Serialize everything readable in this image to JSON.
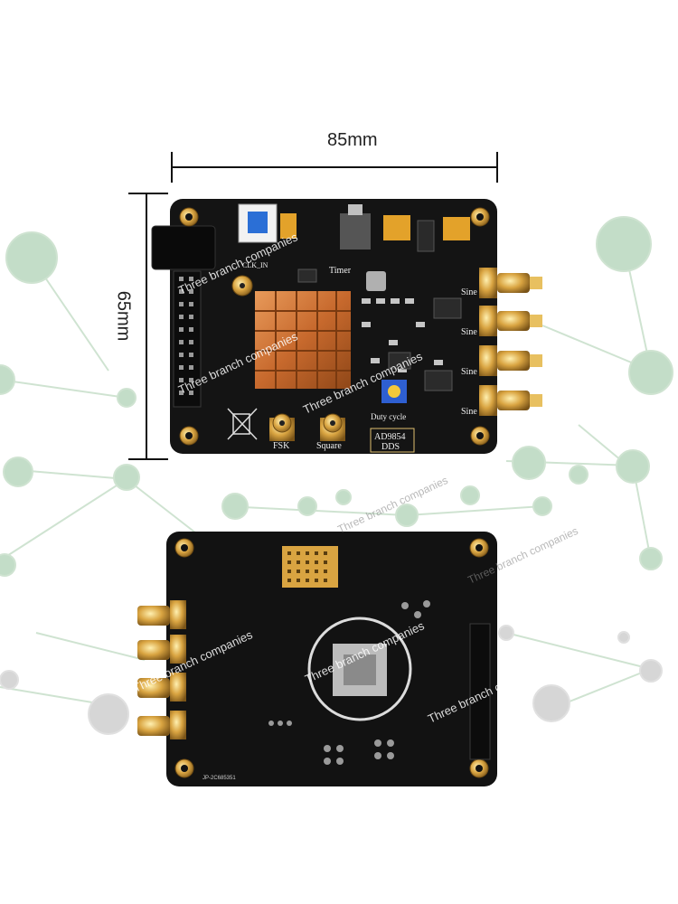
{
  "dimensions": {
    "width_label": "85mm",
    "height_label": "65mm"
  },
  "watermark": "Three branch companies",
  "front_board": {
    "chip_label_line1": "AD9854",
    "chip_label_line2": "DDS",
    "silk": {
      "timer": "Timer",
      "fsk": "FSK",
      "square": "Square",
      "duty_cycle": "Duty cycle",
      "clk_in": "CLK_IN",
      "sine": [
        "Sine",
        "Sine",
        "Sine",
        "Sine"
      ]
    }
  },
  "back_board": {
    "serial": "JP-2C685351"
  },
  "colors": {
    "pcb": "#161616",
    "gold": "#d9a441",
    "heatsink": "#c9753a",
    "network": "#b9d8bf"
  }
}
